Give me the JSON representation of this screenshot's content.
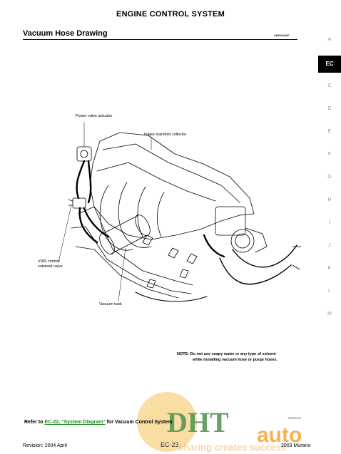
{
  "header": {
    "title": "ENGINE CONTROL SYSTEM"
  },
  "section": {
    "title": "Vacuum Hose Drawing",
    "code": "ABS00AAE"
  },
  "index": {
    "items": [
      "A",
      "EC",
      "C",
      "D",
      "E",
      "F",
      "G",
      "H",
      "I",
      "J",
      "K",
      "L",
      "M"
    ],
    "active": "EC"
  },
  "diagram": {
    "labels": {
      "power_valve_actuator": "Power valve actuator",
      "intake_manifold_collector": "Intake manifold collector",
      "vias_control_line1": "VIAS control",
      "vias_control_line2": "solenoid valve",
      "vacuum_tank": "Vacuum tank"
    }
  },
  "note": {
    "line1": "NOTE: Do not use soapy water or any type of solvent",
    "line2": "while installing vacuum hose or purge hoses."
  },
  "figure_code": "PBIB2878",
  "refer": {
    "prefix": "Refer to ",
    "link": "EC-22, \"System Diagram\"",
    "suffix": " for Vacuum Control System"
  },
  "footer": {
    "revision": "Revision; 2004 April",
    "page": "EC-23",
    "model": "2003 Murano"
  },
  "watermark": {
    "brand": "DHT auto",
    "slogan": "sharing creates success"
  }
}
